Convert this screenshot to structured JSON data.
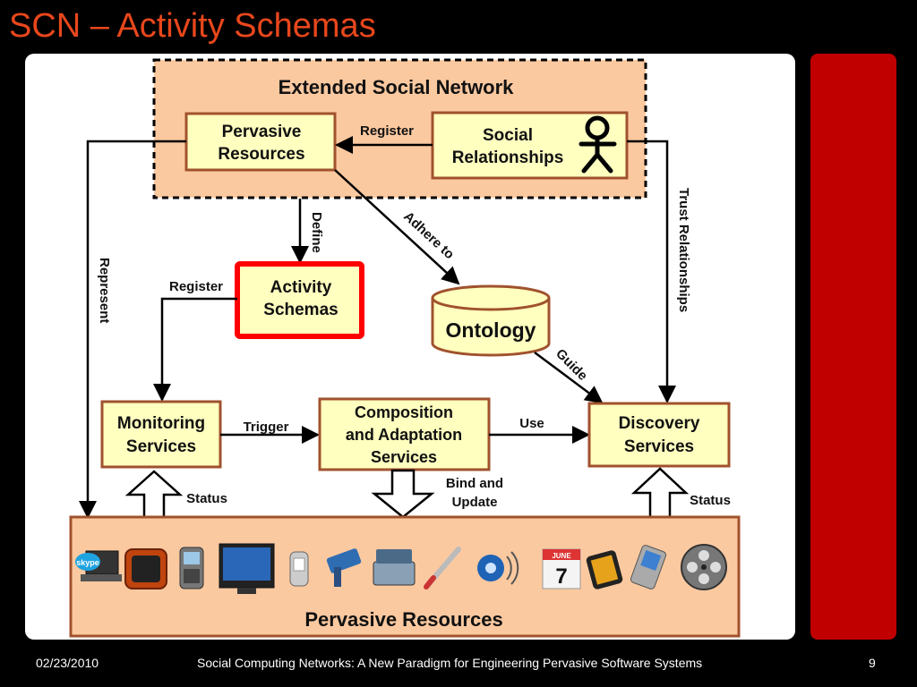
{
  "slide": {
    "title": "SCN – Activity Schemas",
    "date": "02/23/2010",
    "footer_title": "Social Computing Networks: A New Paradigm for Engineering Pervasive Software Systems",
    "page_number": "9"
  },
  "diagram": {
    "extended_social_network": "Extended Social Network",
    "pervasive_resources_top": [
      "Pervasive",
      "Resources"
    ],
    "social_relationships": [
      "Social",
      "Relationships"
    ],
    "activity_schemas": [
      "Activity",
      "Schemas"
    ],
    "ontology": "Ontology",
    "monitoring_services": [
      "Monitoring",
      "Services"
    ],
    "composition_services": [
      "Composition",
      "and Adaptation",
      "Services"
    ],
    "discovery_services": [
      "Discovery",
      "Services"
    ],
    "pervasive_resources_bottom": "Pervasive Resources",
    "labels": {
      "register_top": "Register",
      "register_left": "Register",
      "define": "Define",
      "adhere_to": "Adhere to",
      "represent": "Represent",
      "trust_relationships": "Trust Relationships",
      "guide": "Guide",
      "trigger": "Trigger",
      "use": "Use",
      "status_left": "Status",
      "status_right": "Status",
      "bind_and_update": [
        "Bind and",
        "Update"
      ],
      "calendar_month": "JUNE",
      "calendar_day": "7",
      "skype": "skype"
    },
    "colors": {
      "box_fill": "#ffffc0",
      "box_border": "#a0522d",
      "region_fill": "#fbc9a0",
      "highlight": "#ff0000"
    }
  }
}
